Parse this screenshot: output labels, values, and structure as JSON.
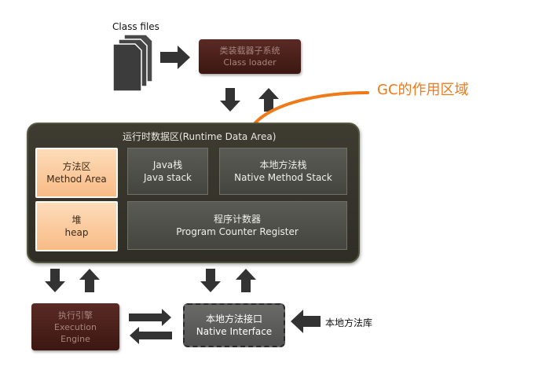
{
  "class_files_label": "Class files",
  "class_loader": {
    "line1": "类装载器子系统",
    "line2": "Class loader"
  },
  "gc_label": "GC的作用区域",
  "runtime_area": {
    "title": "运行时数据区(Runtime Data Area)",
    "method_area": {
      "line1": "方法区",
      "line2": "Method Area"
    },
    "java_stack": {
      "line1": "Java栈",
      "line2": "Java stack"
    },
    "native_method_stack": {
      "line1": "本地方法栈",
      "line2": "Native Method Stack"
    },
    "heap": {
      "line1": "堆",
      "line2": "heap"
    },
    "program_counter": {
      "line1": "程序计数器",
      "line2": "Program Counter Register"
    }
  },
  "execution_engine": {
    "line1": "执行引擎",
    "line2": "Execution",
    "line3": "Engine"
  },
  "native_interface": {
    "line1": "本地方法接口",
    "line2": "Native Interface"
  },
  "native_library_label": "本地方法库",
  "colors": {
    "gc_arrow": "#f07a1a",
    "runtime_bg": "#3a382e",
    "highlight_box": "#f8c896",
    "dark_red_box": "#4a1f1a",
    "arrow_dark": "#333333"
  }
}
